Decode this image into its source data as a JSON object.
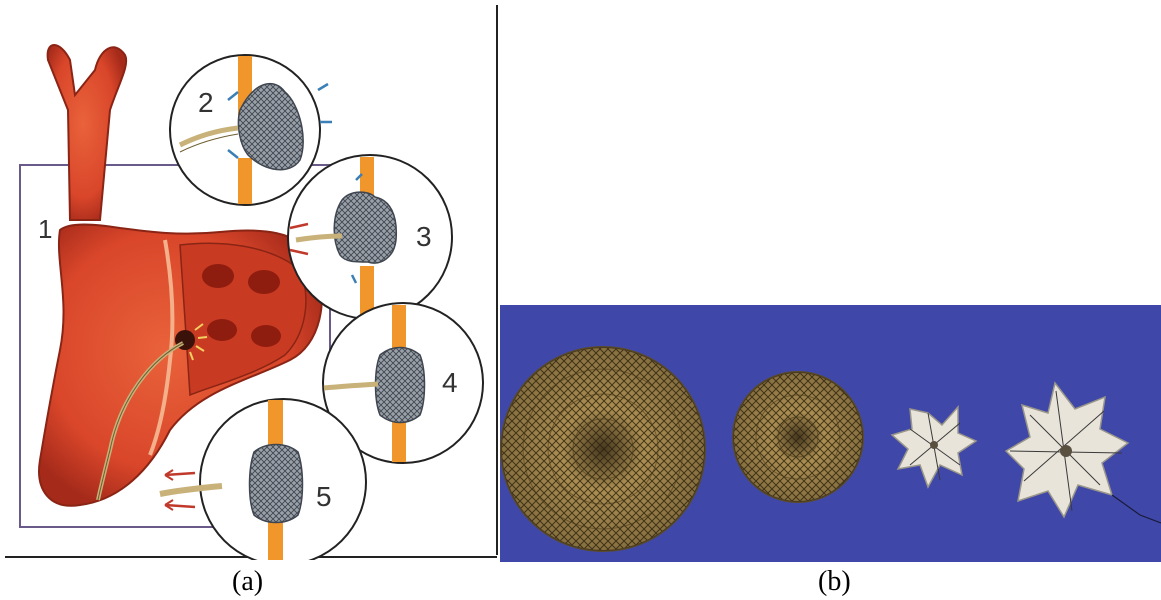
{
  "figure": {
    "panel_a": {
      "caption": "(a)",
      "step_labels": [
        "1",
        "2",
        "3",
        "4",
        "5"
      ]
    },
    "panel_b": {
      "caption": "(b)"
    }
  },
  "colors": {
    "heart_red": "#d9462a",
    "heart_dark": "#a52a1a",
    "septum_orange": "#f0962a",
    "mesh_gray": "#5e6672",
    "catheter_tan": "#c8b27a",
    "arrow_blue": "#3a7fb5",
    "arrow_red": "#c0392b",
    "photo_background": "#3f48a8",
    "mesh_gold": "#b89a5a",
    "device_white": "#e8e4da"
  }
}
